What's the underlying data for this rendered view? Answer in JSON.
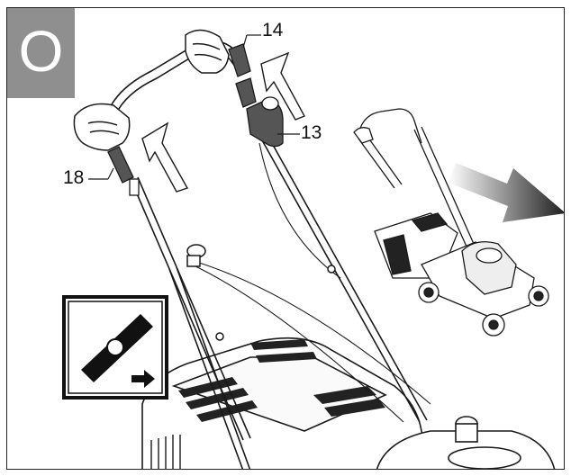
{
  "step": {
    "letter": "O"
  },
  "callouts": [
    {
      "id": "14",
      "text": "14"
    },
    {
      "id": "13",
      "text": "13"
    },
    {
      "id": "18",
      "text": "18"
    }
  ],
  "colors": {
    "step_box": "#8f8f8f",
    "line": "#1a1a1a",
    "arrow_dark": "#222222"
  },
  "icons": [
    "blade-direction-icon",
    "direction-arrow-icon"
  ]
}
